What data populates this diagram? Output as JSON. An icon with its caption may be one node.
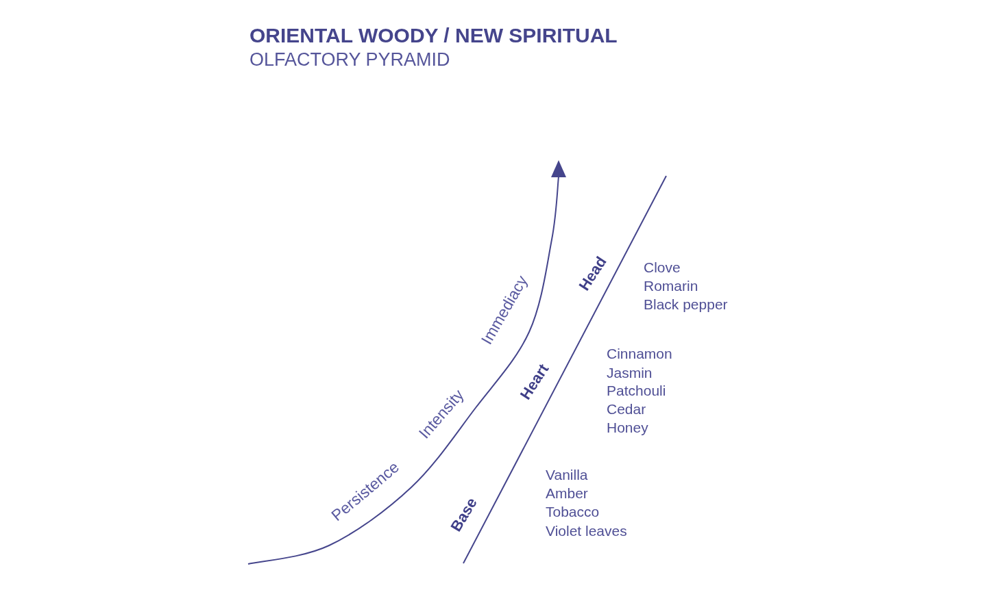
{
  "diagram": {
    "title": "ORIENTAL WOODY / NEW SPIRITUAL",
    "labels": [
      "OLFACTORY PYRAMID",
      "Immediacy",
      "Intensity",
      "Persistence",
      "Head",
      "Clove",
      "Romarin",
      "Black pepper",
      "Heart",
      "Cinnamon",
      "Jasmin",
      "Patchouli",
      "Cedar",
      "Honey",
      "Base",
      "Vanilla",
      "Amber",
      "Tobacco",
      "Violet leaves"
    ]
  }
}
